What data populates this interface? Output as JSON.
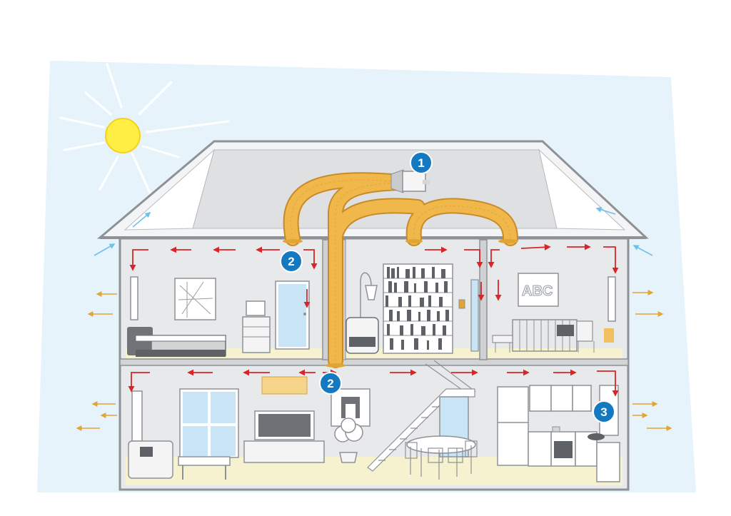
{
  "colors": {
    "sky": "#e6f3fb",
    "sun": "#ffee44",
    "wall": "#e8e9ea",
    "floor": "#f6f2cf",
    "duct": "#f0b84a",
    "supply_arrow": "#d9242a",
    "exhaust_arrow": "#e1a534",
    "intake_arrow": "#6ec1e8",
    "badge": "#1479bf",
    "outline": "#8e9196"
  },
  "labels": {
    "badge_ventilation_unit": "1",
    "badge_upstairs_vent": "2",
    "badge_downstairs_vent": "2",
    "badge_kitchen_vent": "3",
    "nursery_letters": "ABC"
  },
  "icons": [
    "sun-icon",
    "fan-unit-icon",
    "duct-icon",
    "arrow-icon",
    "bed-icon",
    "crib-icon",
    "sofa-icon",
    "tv-icon",
    "plant-icon",
    "stairs-icon",
    "table-icon",
    "fridge-icon",
    "stove-icon"
  ]
}
